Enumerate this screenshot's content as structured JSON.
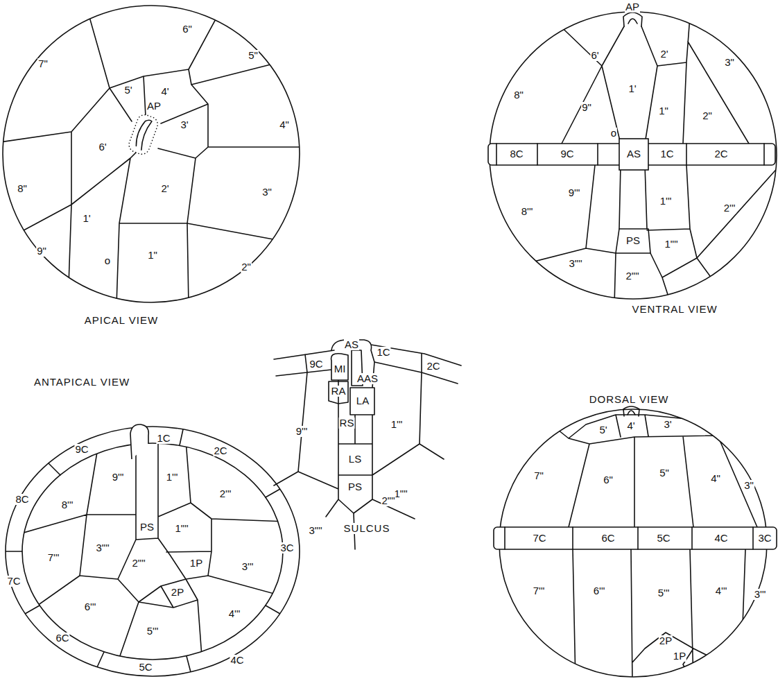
{
  "diagram": {
    "labels": [
      "6\"",
      "5\"",
      "7\"",
      "5'",
      "4'",
      "AP",
      "4\"",
      "3'",
      "8\"",
      "6'",
      "3\"",
      "2'",
      "1'",
      "9\"",
      "2\"",
      "1\"",
      "o",
      "APICAL VIEW",
      "AP",
      "6'",
      "2'",
      "1'",
      "3\"",
      "8\"",
      "9\"",
      "1\"",
      "2\"",
      "o",
      "8C",
      "9C",
      "AS",
      "1C",
      "2C",
      "9'\"",
      "1'\"",
      "8'\"",
      "2'\"",
      "PS",
      "1\"\"",
      "3\"\"",
      "2\"\"",
      "VENTRAL VIEW",
      "9C",
      "AS",
      "1C",
      "2C",
      "MI",
      "AAS",
      "RA",
      "LA",
      "RS",
      "1'\"",
      "9'\"",
      "LS",
      "PS",
      "1\"\"",
      "3\"\"",
      "2\"\"",
      "SULCUS",
      "ANTAPICAL VIEW",
      "9C",
      "1C",
      "2C",
      "9'\"",
      "1'\"",
      "2'\"",
      "8C",
      "8'\"",
      "PS",
      "1\"\"",
      "3C",
      "3\"\"",
      "7'\"",
      "7C",
      "3'\"",
      "2\"\"",
      "1P",
      "2P",
      "6'\"",
      "4'\"",
      "5'\"",
      "4C",
      "6C",
      "5C",
      "DORSAL VIEW",
      "3'",
      "5'",
      "4'",
      "7\"",
      "6\"",
      "5\"",
      "4\"",
      "3\"",
      "7C",
      "6C",
      "5C",
      "4C",
      "3C",
      "7'\"",
      "6'\"",
      "5'\"",
      "4'\"",
      "3'\"",
      "2P",
      "1P"
    ]
  }
}
